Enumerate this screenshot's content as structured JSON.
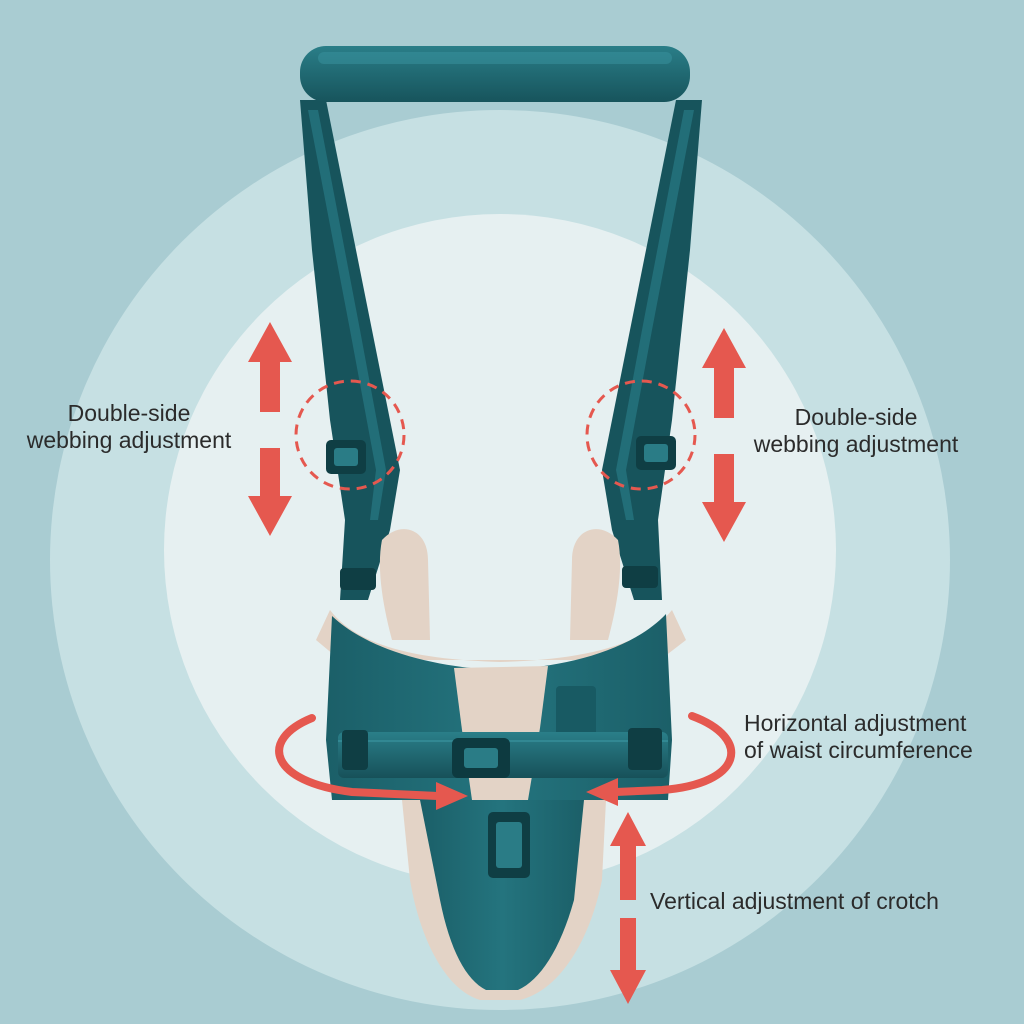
{
  "colors": {
    "background": "#a9ccd2",
    "outer_circle": "#c6e0e3",
    "inner_circle": "#e6f0f1",
    "harness_teal": "#1f6b75",
    "harness_teal_dark": "#17545c",
    "padding_beige": "#e3d3c6",
    "arrow_red": "#e5584f",
    "text": "#2b2b2b"
  },
  "icons": {
    "shoulder_arrow": "double-vertical-arrow-icon",
    "waist_arrow": "circular-arrow-icon",
    "crotch_arrow": "double-vertical-arrow-icon",
    "buckle_marker": "dashed-circle-icon"
  },
  "callouts": {
    "left_webbing": {
      "line1": "Double-side",
      "line2": "webbing adjustment"
    },
    "right_webbing": {
      "line1": "Double-side",
      "line2": "webbing adjustment"
    },
    "waist": {
      "line1": "Horizontal adjustment",
      "line2": "of waist circumference"
    },
    "crotch": {
      "line1": "Vertical adjustment of crotch"
    }
  }
}
